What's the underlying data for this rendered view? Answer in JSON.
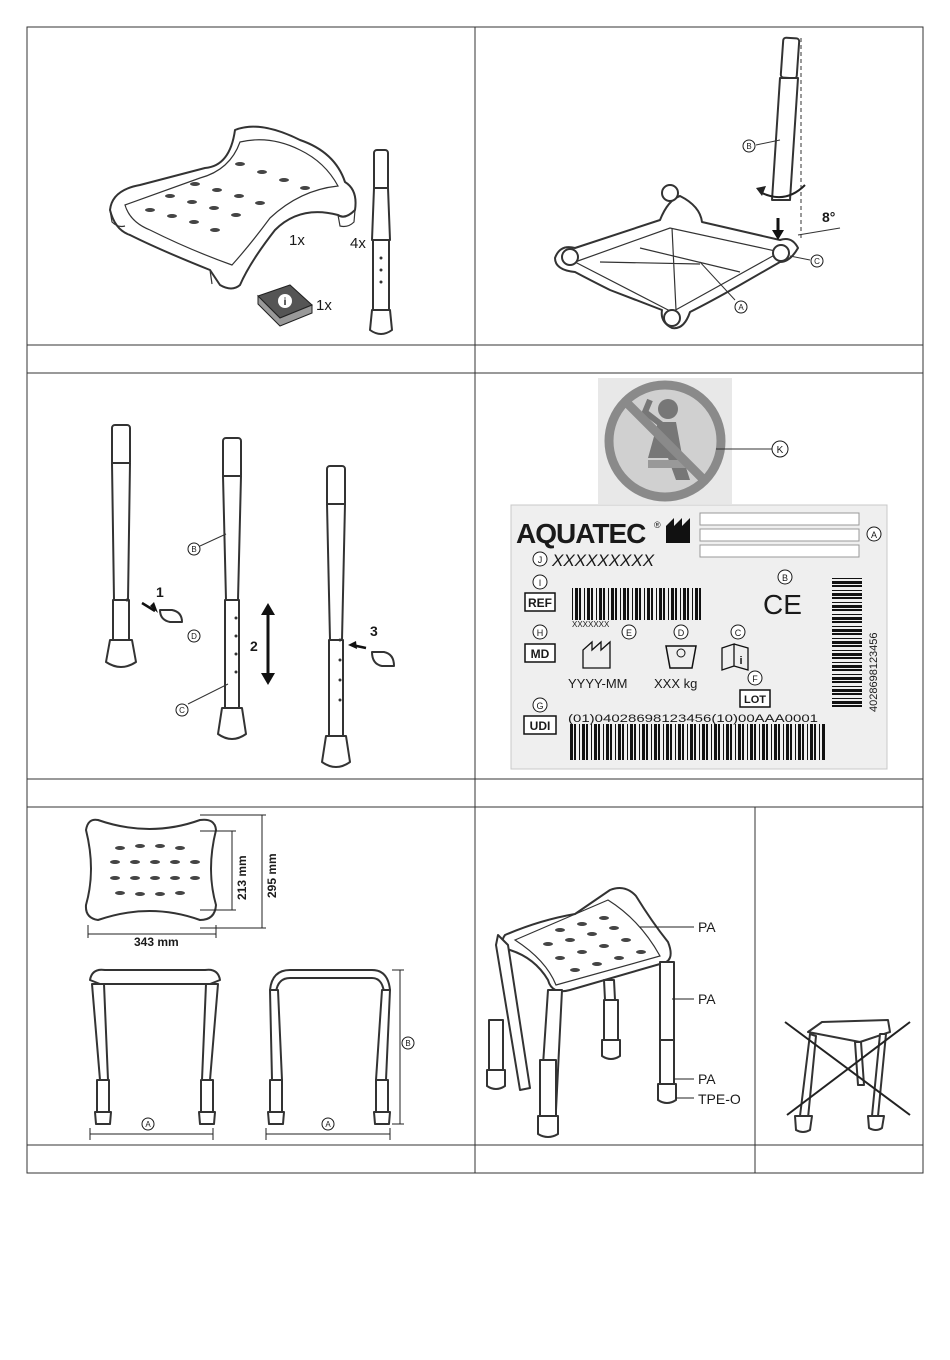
{
  "panel1": {
    "seat_qty": "1x",
    "legs_qty": "4x",
    "manual_qty": "1x"
  },
  "panel2": {
    "angle": "8°",
    "callouts": [
      "B",
      "A",
      "C"
    ]
  },
  "panel3": {
    "steps": [
      "1",
      "2",
      "3"
    ],
    "callouts": [
      "B",
      "D",
      "C"
    ]
  },
  "label": {
    "warning_callout": "K",
    "brand": "AQUATEC",
    "brand_mark": "®",
    "serial": "XXXXXXXXX",
    "ref": "REF",
    "md": "MD",
    "udi": "UDI",
    "lot": "LOT",
    "ce": "CE",
    "barcode_small_text": "XXXXXXX",
    "date": "YYYY-MM",
    "weight": "XXX kg",
    "udi_string": "(01)04028698123456(10)00AAA0001",
    "ean_digits": "4028698123456",
    "letters": {
      "a": "A",
      "b": "B",
      "c": "C",
      "d": "D",
      "e": "E",
      "f": "F",
      "g": "G",
      "h": "H",
      "i": "I",
      "j": "J"
    }
  },
  "dimensions": {
    "depth_inner": "213 mm",
    "depth_outer": "295 mm",
    "width": "343 mm",
    "callout_a": "A",
    "callout_b": "B"
  },
  "materials": {
    "seat": "PA",
    "frame": "PA",
    "leg": "PA",
    "foot": "TPE-O"
  }
}
